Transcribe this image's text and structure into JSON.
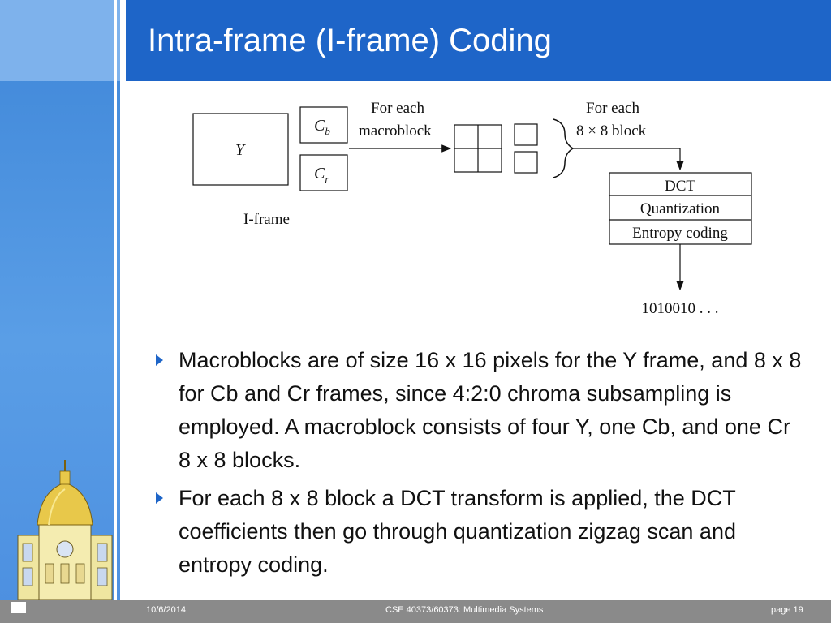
{
  "title": "Intra-frame (I-frame) Coding",
  "diagram": {
    "y_label": "Y",
    "cb_label": "C",
    "cb_sub": "b",
    "cr_label": "C",
    "cr_sub": "r",
    "iframe_label": "I-frame",
    "for_each_macroblock_line1": "For each",
    "for_each_macroblock_line2": "macroblock",
    "for_each_block_line1": "For each",
    "for_each_block_line2": "8 × 8 block",
    "dct": "DCT",
    "quantization": "Quantization",
    "entropy": "Entropy coding",
    "output": "1010010 . . ."
  },
  "bullets": [
    "Macroblocks are of size 16 x 16 pixels for the Y frame, and 8 x 8 for Cb and Cr frames, since 4:2:0 chroma subsampling is employed. A macroblock consists of four Y, one Cb, and one Cr 8 x 8 blocks.",
    "For each 8 x 8 block a DCT transform is applied, the DCT coefficients then go through quantization zigzag scan and entropy coding."
  ],
  "footer": {
    "date": "10/6/2014",
    "course": "CSE 40373/60373: Multimedia Systems",
    "page": "page 19"
  },
  "colors": {
    "title_bar": "#1e65c8",
    "sidebar": "#4c8fe0",
    "footer": "#8a8a8a"
  }
}
